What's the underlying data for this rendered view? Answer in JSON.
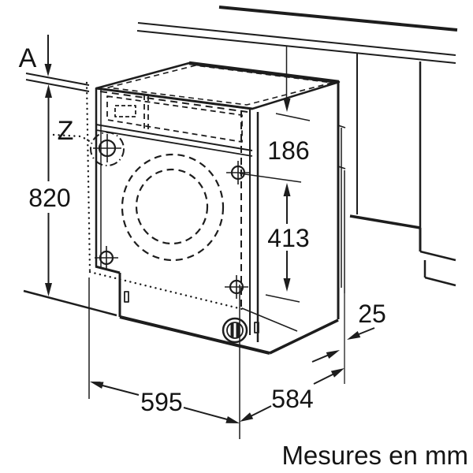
{
  "figure": {
    "type": "installation-drawing",
    "subject": "built-under washing machine niche",
    "callout_a": "A",
    "callout_z": "Z",
    "dim_height": "820",
    "dim_top_clearance": "186",
    "dim_fixing_spacing": "413",
    "dim_width": "595",
    "dim_depth": "584",
    "dim_rear_gap": "25",
    "footer_note": "Mesures en mm"
  },
  "style": {
    "line_color": "#1d1d1d",
    "background": "#ffffff"
  }
}
